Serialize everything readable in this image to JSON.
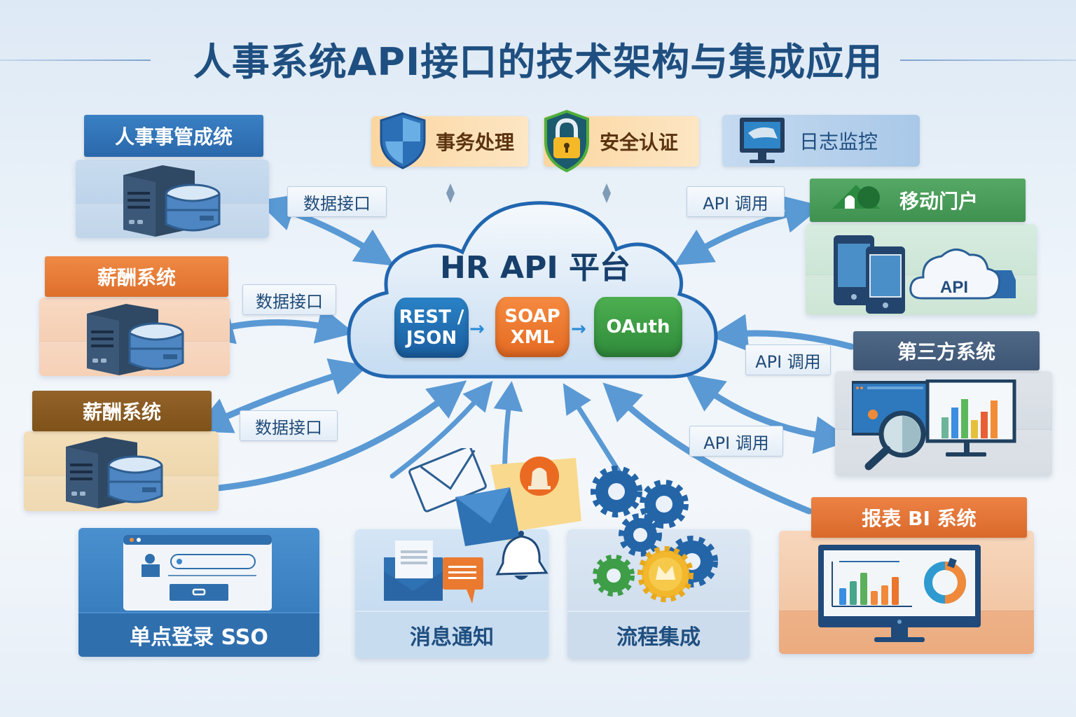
{
  "title": "人事系统API接口的技术架构与集成应用",
  "colors": {
    "title": "#1f4f80",
    "arrow": "#4a90d0",
    "cloud_border": "#2166b0",
    "rest": "#1e6fb3",
    "soap": "#ee7a2f",
    "oauth": "#3d9a45",
    "sys_blue": "#2f73b8",
    "sys_orange": "#e77a36",
    "sys_brown": "#8a5a1e",
    "portal_green": "#4a9c5a",
    "third_party": "#445d7c",
    "bi_orange": "#e2763a"
  },
  "left_systems": [
    {
      "title": "人事事管成统",
      "connector_label": "数据接口"
    },
    {
      "title": "薪酬系统",
      "connector_label": "数据接口"
    },
    {
      "title": "薪酬系统",
      "connector_label": "数据接口"
    }
  ],
  "top_badges": [
    {
      "icon": "shield-icon",
      "label": "事务处理"
    },
    {
      "icon": "lock-icon",
      "label": "安全认证"
    },
    {
      "icon": "monitor-icon",
      "label": "日志监控"
    }
  ],
  "platform": {
    "title": "HR API 平台",
    "protocols": [
      {
        "label_line1": "REST /",
        "label_line2": "JSON"
      },
      {
        "label_line1": "SOAP",
        "label_line2": "XML"
      },
      {
        "label_line1": "OAuth",
        "label_line2": ""
      }
    ]
  },
  "right_systems": [
    {
      "title": "移动门户",
      "connector_label": "API 调用",
      "icon_text": "API"
    },
    {
      "title": "第三方系统",
      "connector_label": "API 调用"
    },
    {
      "title": "报表 BI 系统",
      "connector_label": "API 调用"
    }
  ],
  "bottom_cards": [
    {
      "label": "单点登录 SSO"
    },
    {
      "label": "消息通知"
    },
    {
      "label": "流程集成"
    }
  ]
}
